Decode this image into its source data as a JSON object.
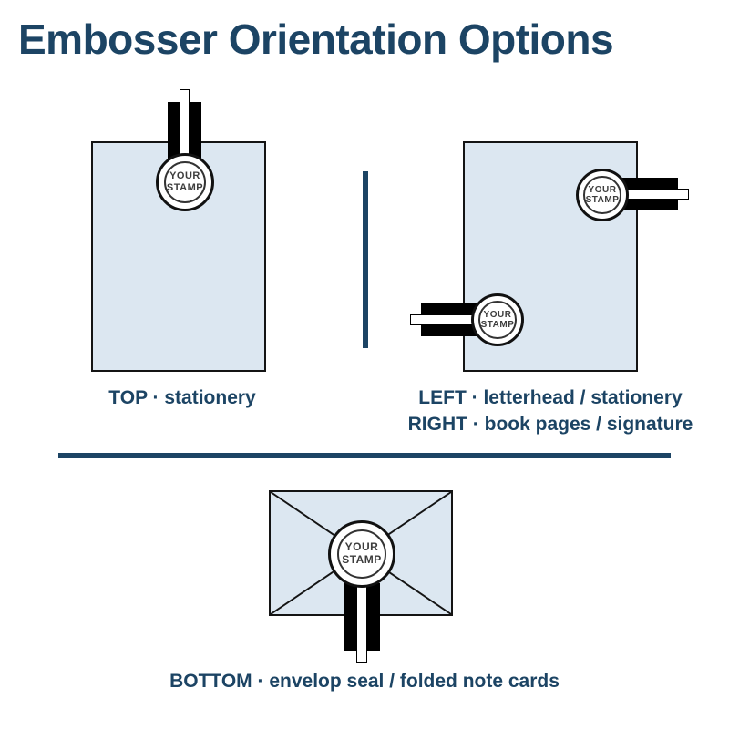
{
  "title": "Embosser Orientation Options",
  "seal": {
    "line1": "YOUR",
    "line2": "STAMP"
  },
  "labels": {
    "top": "TOP · stationery",
    "left": "LEFT · letterhead / stationery",
    "right": "RIGHT · book pages / signature",
    "bottom": "BOTTOM · envelop seal / folded note cards"
  },
  "colors": {
    "accent_text": "#1c4464",
    "paper_fill": "#dce7f1",
    "outline": "#141414",
    "handle_black": "#000000",
    "handle_white": "#ffffff",
    "seal_text": "#3d3d3d"
  }
}
